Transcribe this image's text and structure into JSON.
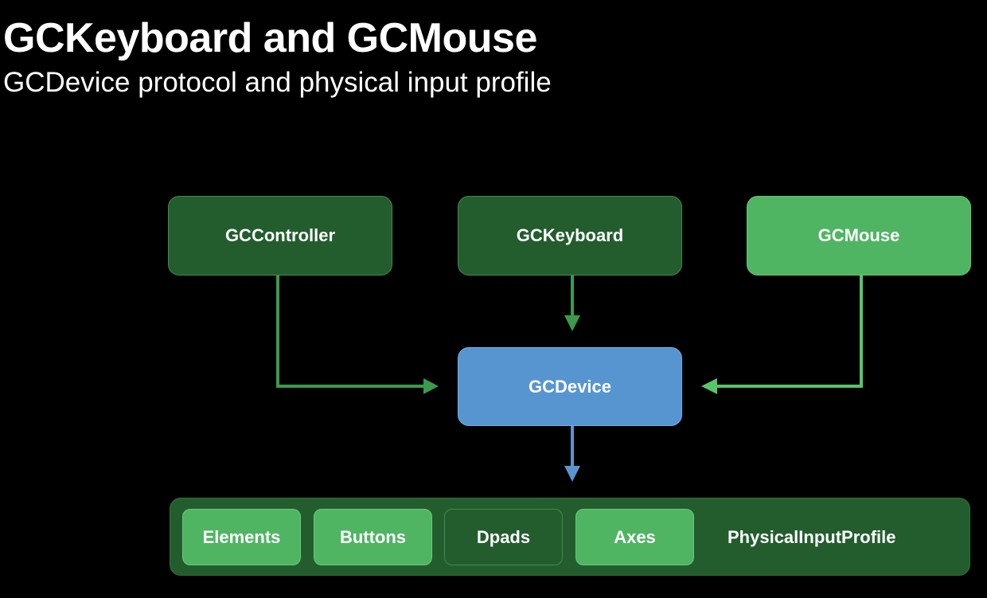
{
  "header": {
    "title": "GCKeyboard and GCMouse",
    "subtitle": "GCDevice protocol and physical input profile"
  },
  "nodes": {
    "controller": "GCController",
    "keyboard": "GCKeyboard",
    "mouse": "GCMouse",
    "device": "GCDevice"
  },
  "profile": {
    "label": "PhysicalInputProfile",
    "chips": [
      "Elements",
      "Buttons",
      "Dpads",
      "Axes"
    ]
  },
  "colors": {
    "background": "#000000",
    "dark_green": "#235d2e",
    "light_green": "#4fb563",
    "blue": "#5795d1",
    "arrow_dark_green": "#3b9a4c",
    "arrow_light_green": "#58c56b",
    "arrow_blue": "#5a95cf"
  }
}
